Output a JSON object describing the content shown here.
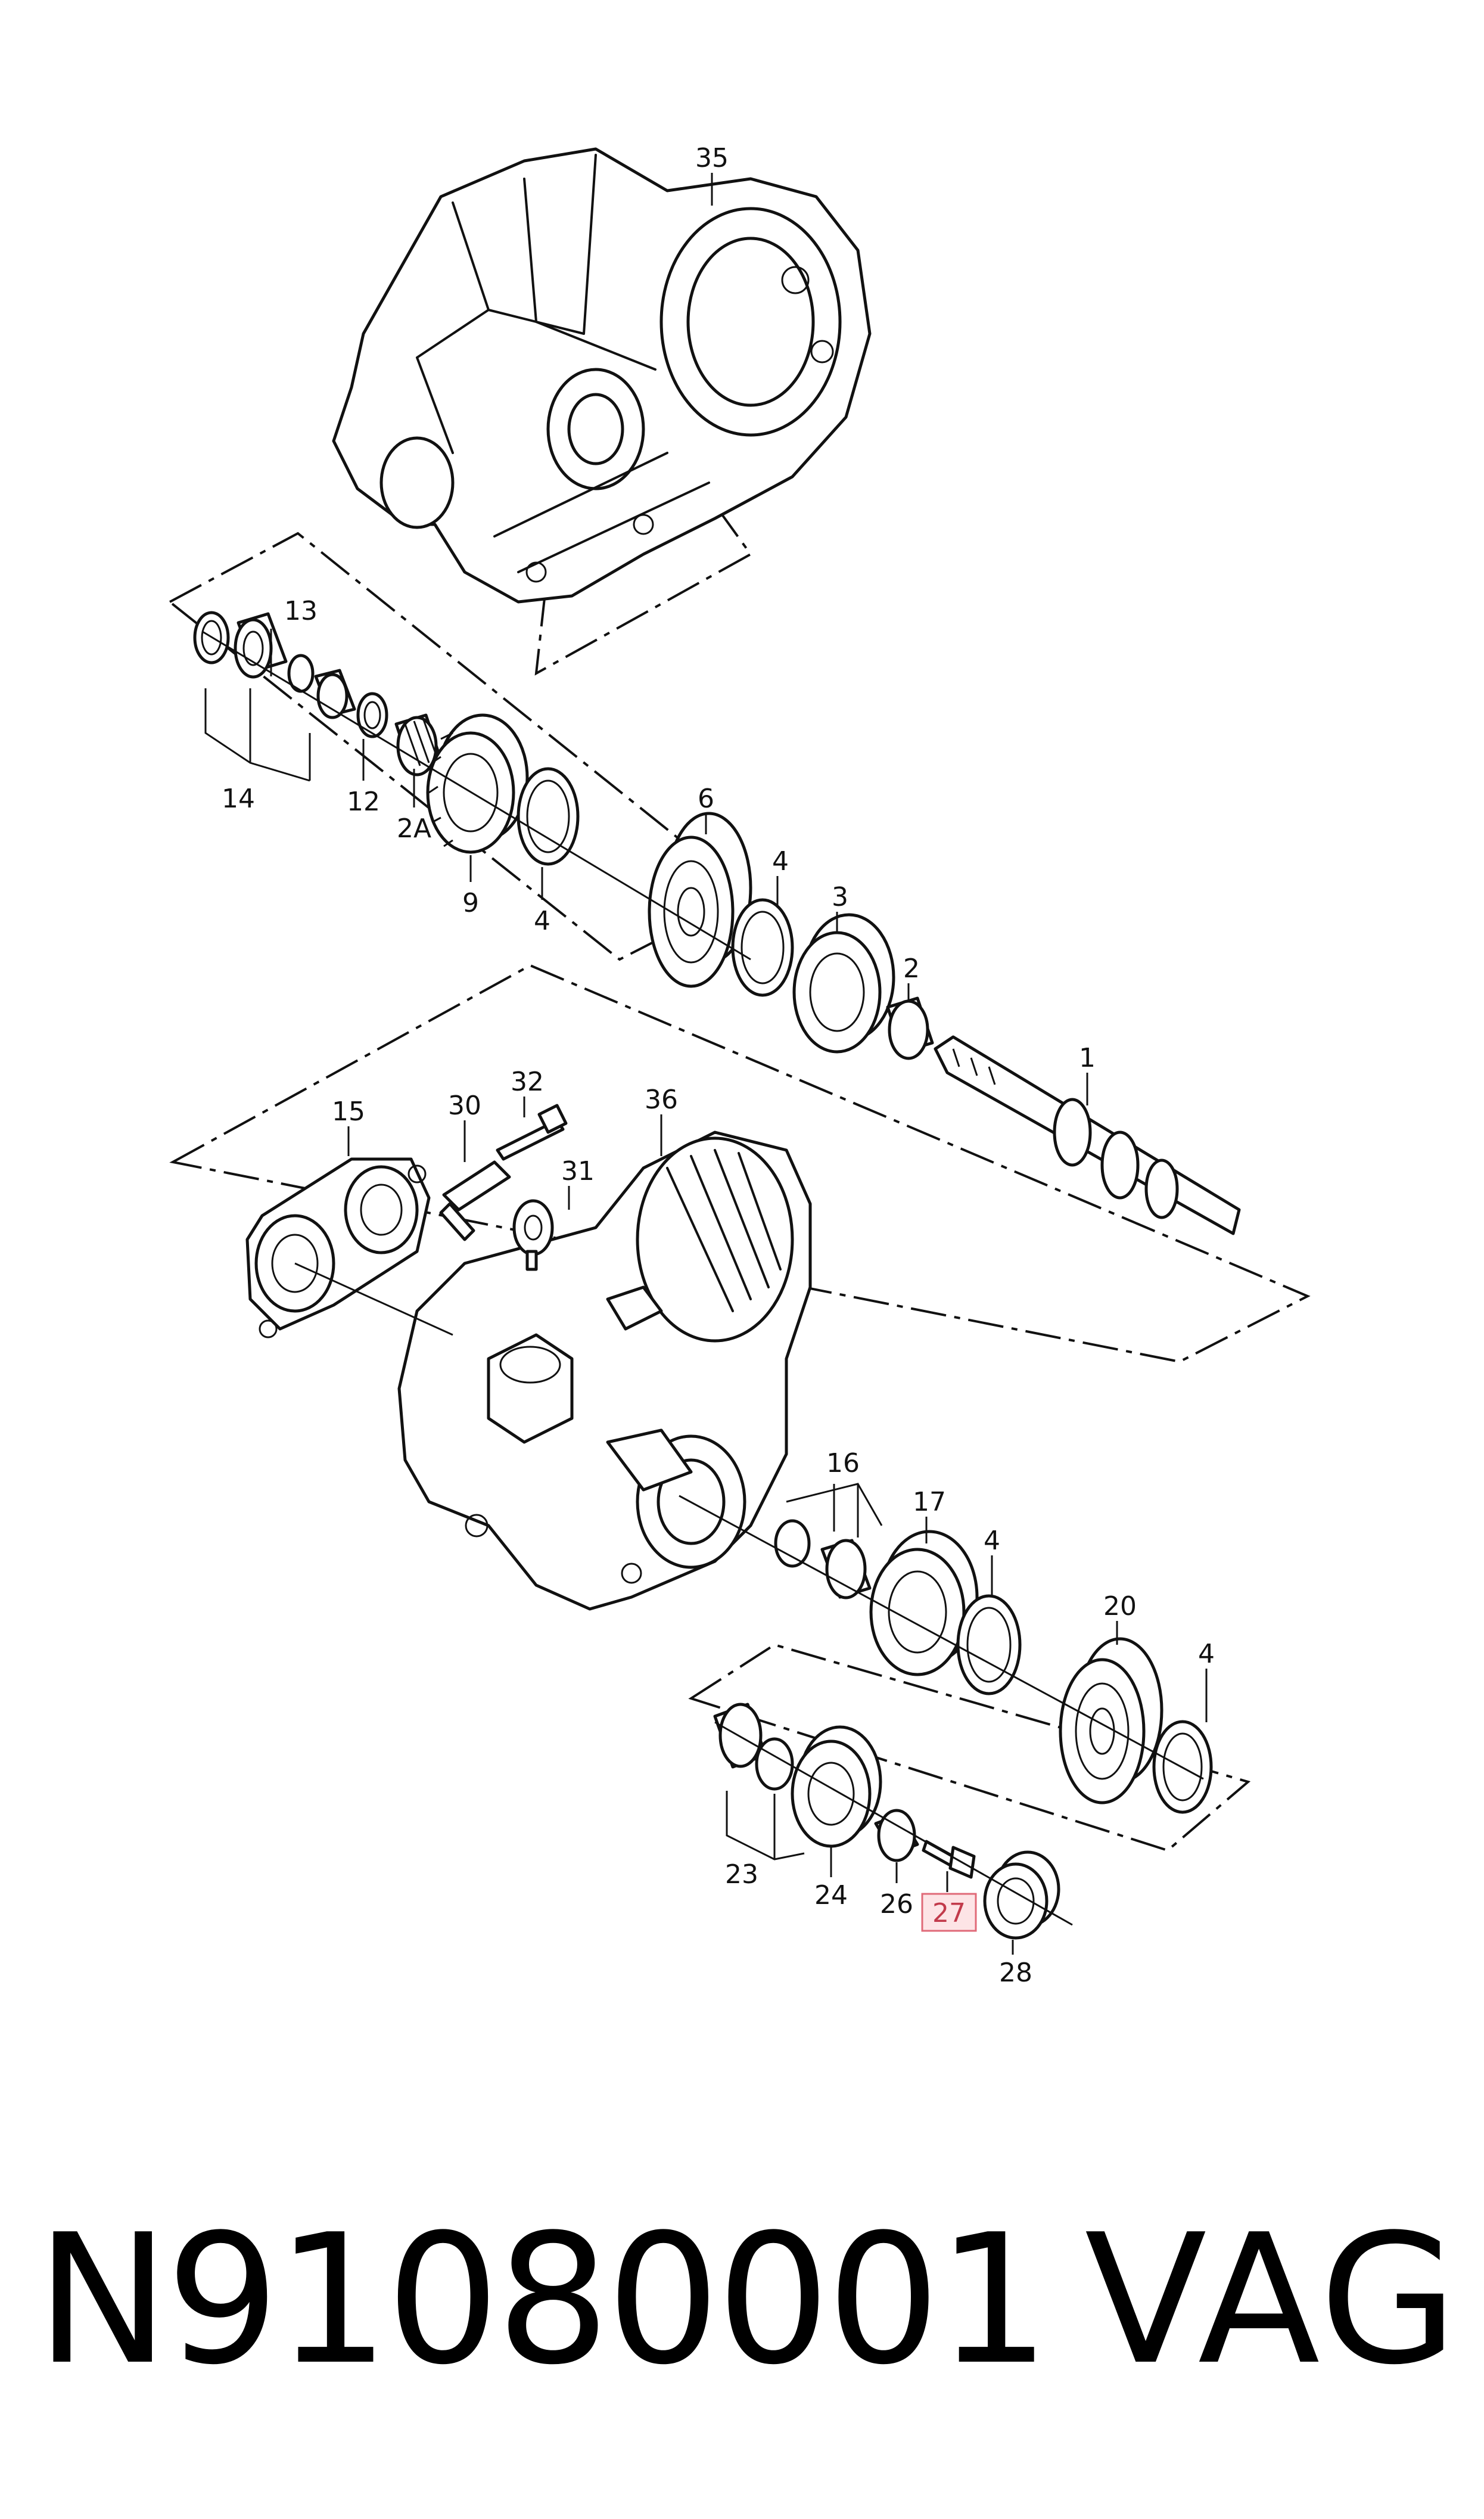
{
  "diagram": {
    "callouts": {
      "c35": "35",
      "c13": "13",
      "c14": "14",
      "c12": "12",
      "c2a": "2A",
      "c9": "9",
      "c4a": "4",
      "c6": "6",
      "c4b": "4",
      "c3": "3",
      "c2": "2",
      "c1": "1",
      "c32": "32",
      "c30": "30",
      "c36": "36",
      "c31": "31",
      "c15": "15",
      "c16": "16",
      "c17": "17",
      "c4c": "4",
      "c20": "20",
      "c4d": "4",
      "c23": "23",
      "c24": "24",
      "c26": "26",
      "c27": "27",
      "c28": "28"
    },
    "highlighted_callout": "27",
    "highlight_color": "#fde4e6"
  },
  "footer": {
    "part_number": "N91080001",
    "brand": "VAG"
  }
}
